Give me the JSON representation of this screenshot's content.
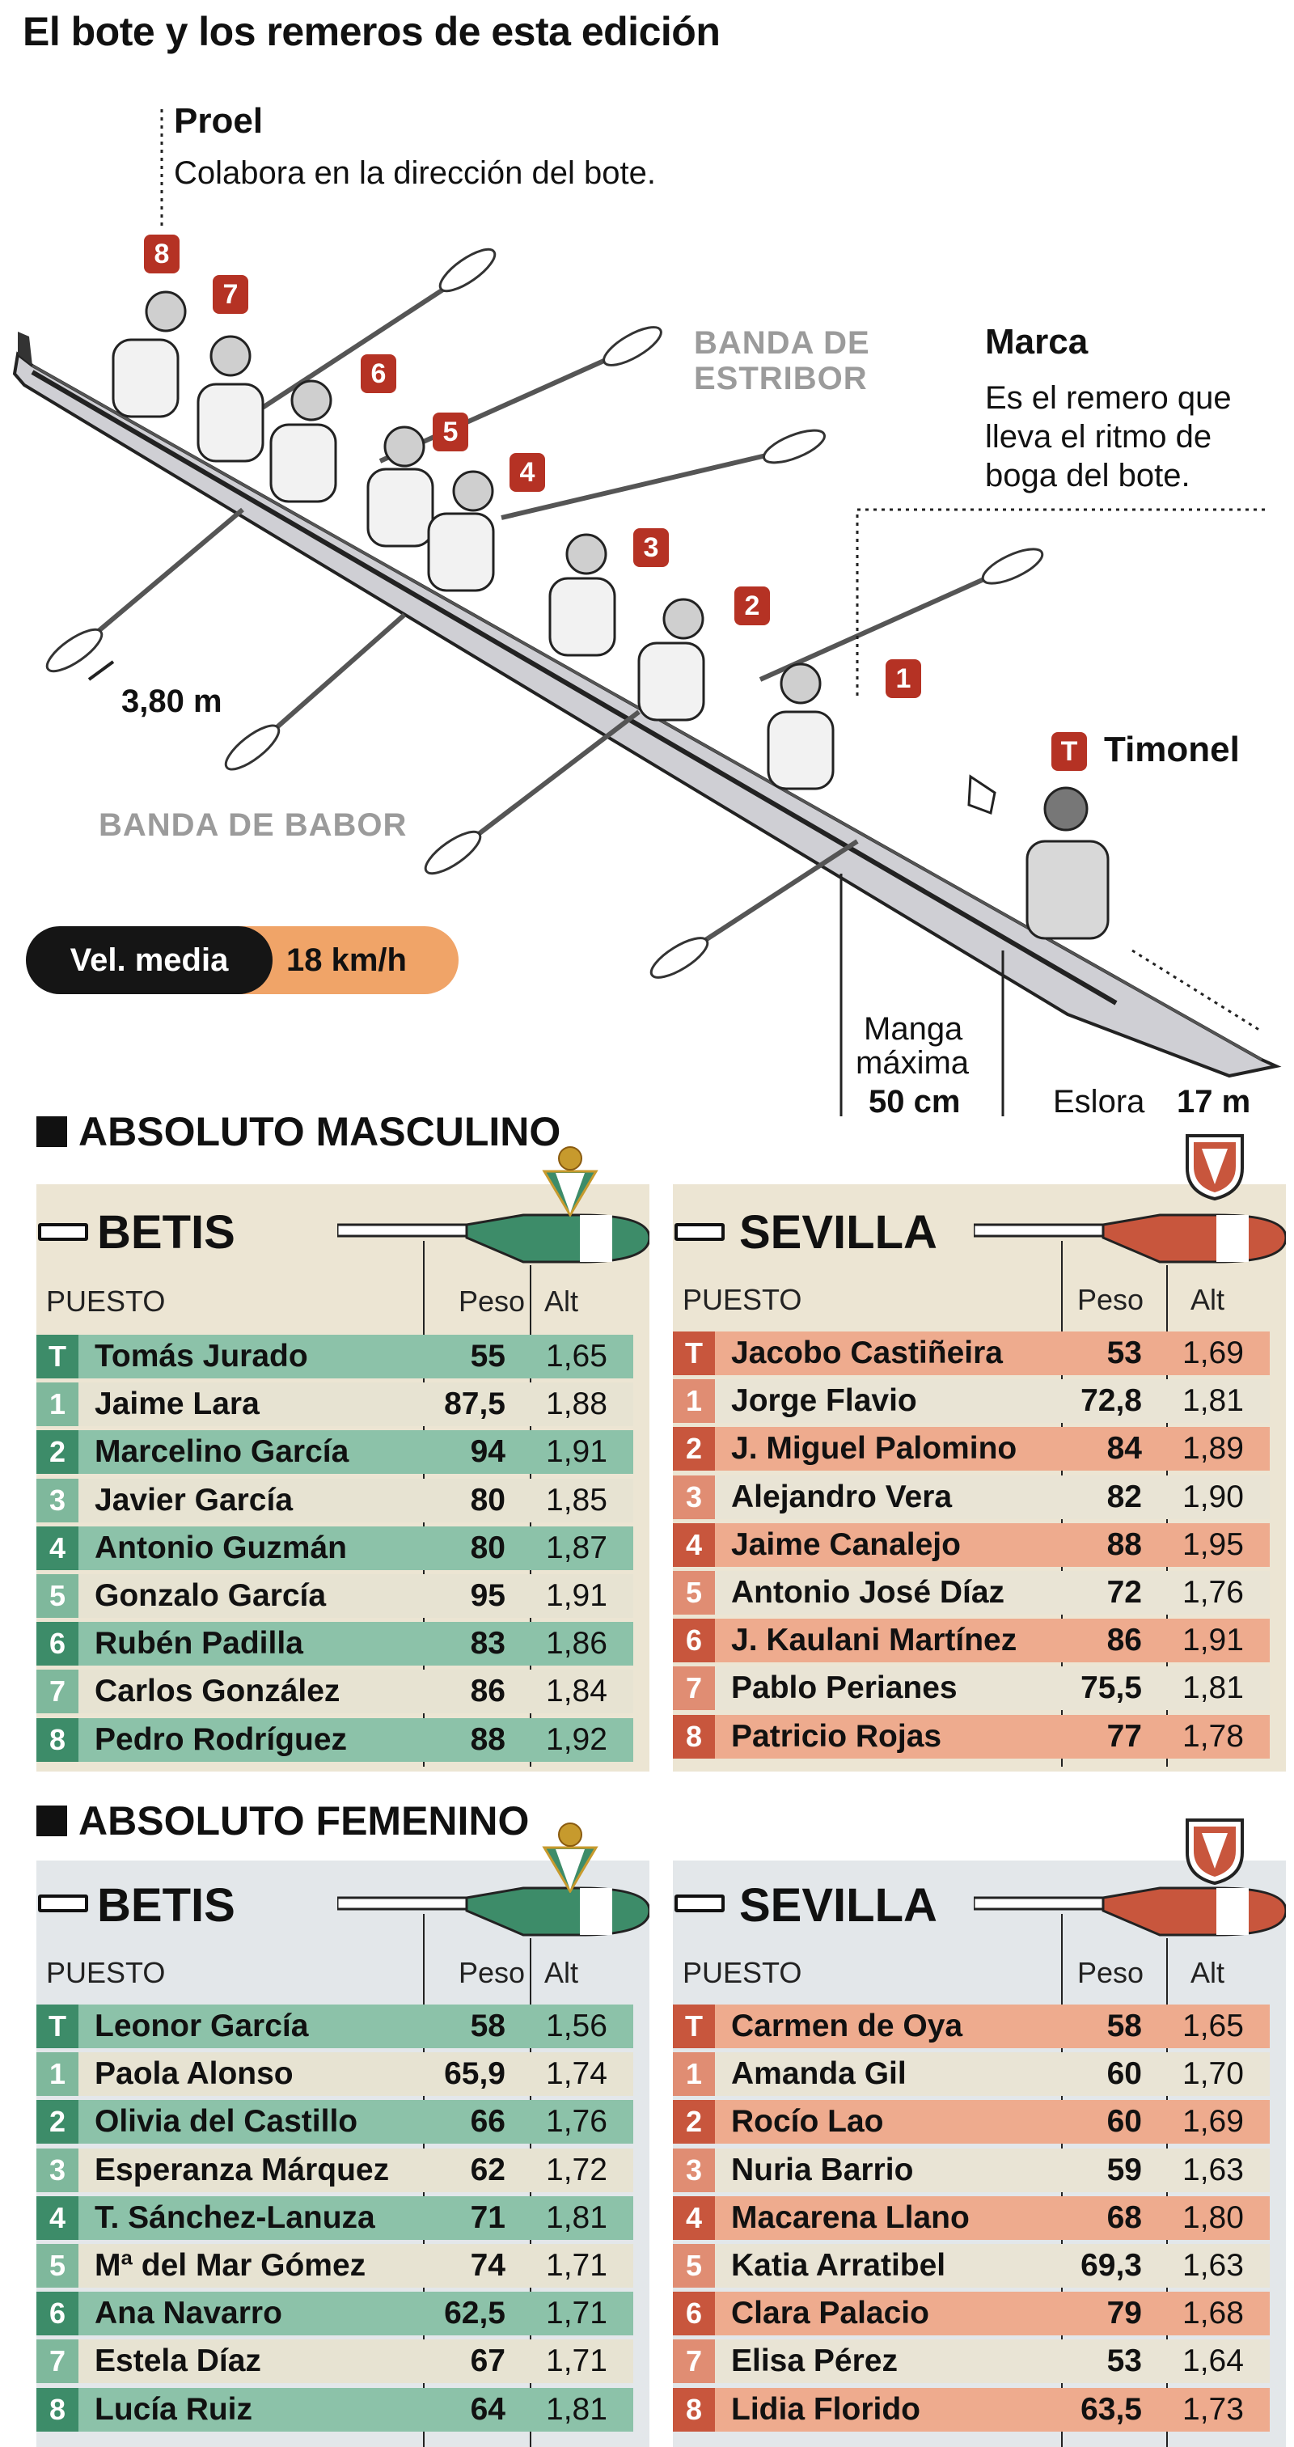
{
  "title": "El bote y los remeros de esta edición",
  "diagram": {
    "proel_title": "Proel",
    "proel_desc": "Colabora en la dirección del bote.",
    "marca_title": "Marca",
    "marca_desc_1": "Es el remero que",
    "marca_desc_2": "lleva el ritmo de",
    "marca_desc_3": "boga del bote.",
    "estribor_1": "BANDA DE",
    "estribor_2": "ESTRIBOR",
    "babor": "BANDA DE BABOR",
    "oar_length": "3,80 m",
    "timonel_badge": "T",
    "timonel": "Timonel",
    "manga_1": "Manga",
    "manga_2": "máxima",
    "manga_value": "50 cm",
    "eslora_label": "Eslora",
    "eslora_value": "17 m",
    "seat_badges": [
      "1",
      "2",
      "3",
      "4",
      "5",
      "6",
      "7",
      "8"
    ],
    "speed_label": "Vel. media",
    "speed_value": "18 km/h"
  },
  "colors": {
    "betis_dark": "#3d8c69",
    "betis_row": "#8cc2a9",
    "betis_alt": "#e7e3d2",
    "sevilla_dark": "#c8563d",
    "sevilla_row": "#eeab8e",
    "sevilla_alt": "#e9e4d5",
    "panel_m": "#ece5d3",
    "panel_f": "#e3e7ea",
    "accent_red": "#b53224"
  },
  "sections": [
    {
      "title": "ABSOLUTO MASCULINO",
      "teams": [
        {
          "name": "BETIS",
          "headers": {
            "puesto": "PUESTO",
            "peso": "Peso",
            "alt": "Alt"
          },
          "rows": [
            {
              "pos": "T",
              "name": "Tomás Jurado",
              "peso": "55",
              "alt": "1,65"
            },
            {
              "pos": "1",
              "name": "Jaime Lara",
              "peso": "87,5",
              "alt": "1,88"
            },
            {
              "pos": "2",
              "name": "Marcelino García",
              "peso": "94",
              "alt": "1,91"
            },
            {
              "pos": "3",
              "name": "Javier García",
              "peso": "80",
              "alt": "1,85"
            },
            {
              "pos": "4",
              "name": "Antonio Guzmán",
              "peso": "80",
              "alt": "1,87"
            },
            {
              "pos": "5",
              "name": "Gonzalo García",
              "peso": "95",
              "alt": "1,91"
            },
            {
              "pos": "6",
              "name": "Rubén Padilla",
              "peso": "83",
              "alt": "1,86"
            },
            {
              "pos": "7",
              "name": "Carlos González",
              "peso": "86",
              "alt": "1,84"
            },
            {
              "pos": "8",
              "name": "Pedro Rodríguez",
              "peso": "88",
              "alt": "1,92"
            }
          ]
        },
        {
          "name": "SEVILLA",
          "headers": {
            "puesto": "PUESTO",
            "peso": "Peso",
            "alt": "Alt"
          },
          "rows": [
            {
              "pos": "T",
              "name": "Jacobo Castiñeira",
              "peso": "53",
              "alt": "1,69"
            },
            {
              "pos": "1",
              "name": "Jorge Flavio",
              "peso": "72,8",
              "alt": "1,81"
            },
            {
              "pos": "2",
              "name": "J. Miguel Palomino",
              "peso": "84",
              "alt": "1,89"
            },
            {
              "pos": "3",
              "name": "Alejandro Vera",
              "peso": "82",
              "alt": "1,90"
            },
            {
              "pos": "4",
              "name": "Jaime Canalejo",
              "peso": "88",
              "alt": "1,95"
            },
            {
              "pos": "5",
              "name": "Antonio José Díaz",
              "peso": "72",
              "alt": "1,76"
            },
            {
              "pos": "6",
              "name": "J. Kaulani Martínez",
              "peso": "86",
              "alt": "1,91"
            },
            {
              "pos": "7",
              "name": "Pablo Perianes",
              "peso": "75,5",
              "alt": "1,81"
            },
            {
              "pos": "8",
              "name": "Patricio Rojas",
              "peso": "77",
              "alt": "1,78"
            }
          ]
        }
      ]
    },
    {
      "title": "ABSOLUTO FEMENINO",
      "teams": [
        {
          "name": "BETIS",
          "headers": {
            "puesto": "PUESTO",
            "peso": "Peso",
            "alt": "Alt"
          },
          "rows": [
            {
              "pos": "T",
              "name": "Leonor García",
              "peso": "58",
              "alt": "1,56"
            },
            {
              "pos": "1",
              "name": "Paola Alonso",
              "peso": "65,9",
              "alt": "1,74"
            },
            {
              "pos": "2",
              "name": "Olivia del Castillo",
              "peso": "66",
              "alt": "1,76"
            },
            {
              "pos": "3",
              "name": "Esperanza Márquez",
              "peso": "62",
              "alt": "1,72"
            },
            {
              "pos": "4",
              "name": "T. Sánchez-Lanuza",
              "peso": "71",
              "alt": "1,81"
            },
            {
              "pos": "5",
              "name": "Mª del Mar Gómez",
              "peso": "74",
              "alt": "1,71"
            },
            {
              "pos": "6",
              "name": "Ana Navarro",
              "peso": "62,5",
              "alt": "1,71"
            },
            {
              "pos": "7",
              "name": "Estela Díaz",
              "peso": "67",
              "alt": "1,71"
            },
            {
              "pos": "8",
              "name": "Lucía Ruiz",
              "peso": "64",
              "alt": "1,81"
            }
          ]
        },
        {
          "name": "SEVILLA",
          "headers": {
            "puesto": "PUESTO",
            "peso": "Peso",
            "alt": "Alt"
          },
          "rows": [
            {
              "pos": "T",
              "name": "Carmen de Oya",
              "peso": "58",
              "alt": "1,65"
            },
            {
              "pos": "1",
              "name": "Amanda Gil",
              "peso": "60",
              "alt": "1,70"
            },
            {
              "pos": "2",
              "name": "Rocío Lao",
              "peso": "60",
              "alt": "1,69"
            },
            {
              "pos": "3",
              "name": "Nuria Barrio",
              "peso": "59",
              "alt": "1,63"
            },
            {
              "pos": "4",
              "name": "Macarena Llano",
              "peso": "68",
              "alt": "1,80"
            },
            {
              "pos": "5",
              "name": "Katia Arratibel",
              "peso": "69,3",
              "alt": "1,63"
            },
            {
              "pos": "6",
              "name": "Clara Palacio",
              "peso": "79",
              "alt": "1,68"
            },
            {
              "pos": "7",
              "name": "Elisa Pérez",
              "peso": "53",
              "alt": "1,64"
            },
            {
              "pos": "8",
              "name": "Lidia Florido",
              "peso": "63,5",
              "alt": "1,73"
            }
          ]
        }
      ]
    }
  ]
}
